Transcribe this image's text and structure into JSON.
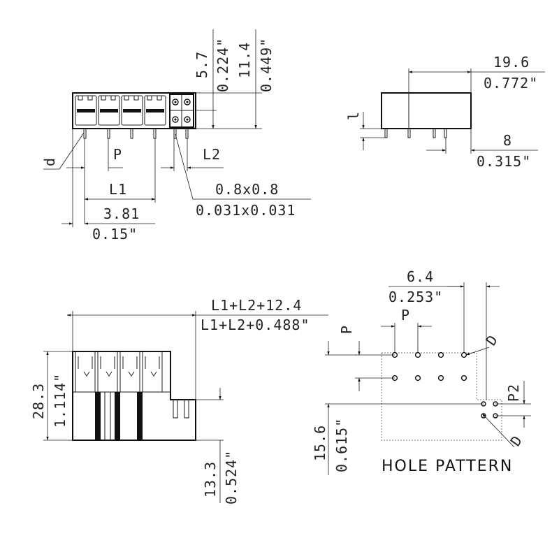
{
  "views": {
    "front": {
      "dim_5_7": "5.7",
      "dim_0_224": "0.224\"",
      "dim_11_4": "11.4",
      "dim_0_449": "0.449\"",
      "label_d": "d",
      "label_P": "P",
      "label_L2": "L2",
      "label_L1": "L1",
      "dim_pin_mm": "0.8x0.8",
      "dim_pin_in": "0.031x0.031",
      "dim_3_81": "3.81",
      "dim_0_15": "0.15\""
    },
    "side": {
      "dim_19_6": "19.6",
      "dim_0_772": "0.772\"",
      "label_l": "l",
      "dim_8": "8",
      "dim_0_315": "0.315\""
    },
    "bottom_left": {
      "dim_top_mm": "L1+L2+12.4",
      "dim_top_in": "L1+L2+0.488\"",
      "dim_28_3": "28.3",
      "dim_1_114": "1.114\"",
      "dim_13_3": "13.3",
      "dim_0_524": "0.524\""
    },
    "hole_pattern": {
      "dim_6_4": "6.4",
      "dim_0_253": "0.253\"",
      "label_P_top": "P",
      "label_P_side": "P",
      "label_D_top": "D",
      "label_P2": "P2",
      "label_D_bottom": "D",
      "dim_15_6": "15.6",
      "dim_0_615": "0.615\"",
      "title": "HOLE PATTERN"
    }
  }
}
